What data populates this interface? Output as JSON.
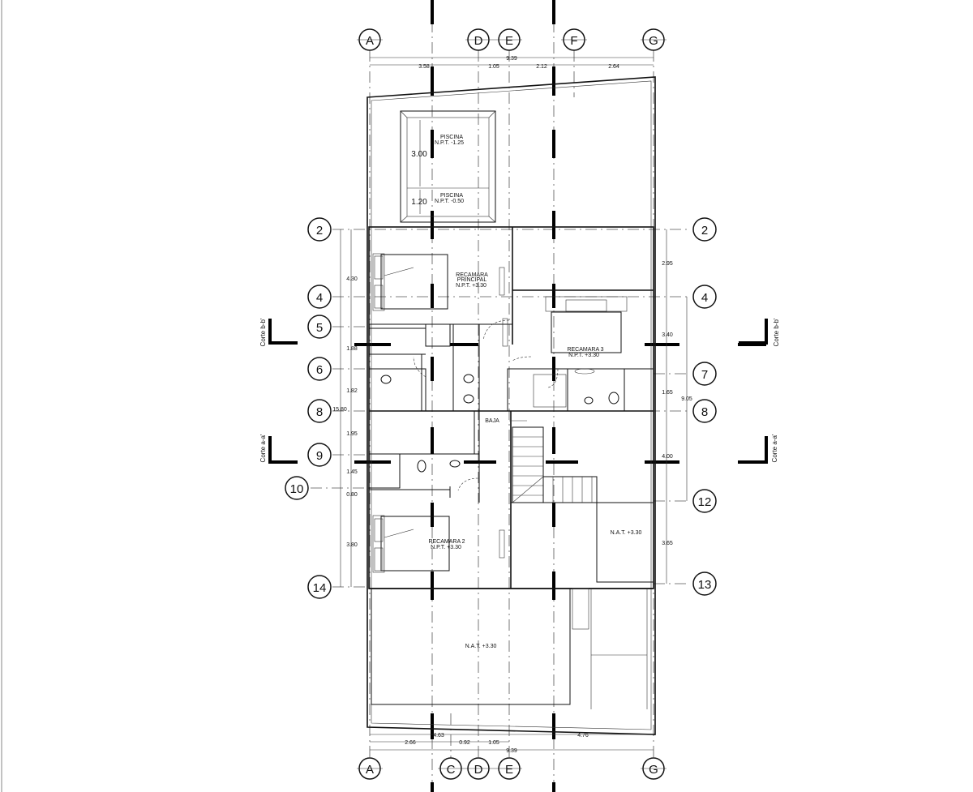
{
  "axes_top": [
    "A",
    "D",
    "E",
    "F",
    "G"
  ],
  "axes_bottom": [
    "A",
    "C",
    "D",
    "E",
    "G"
  ],
  "axes_left": [
    "2",
    "4",
    "5",
    "6",
    "8",
    "9",
    "10",
    "14"
  ],
  "axes_right": [
    "2",
    "4",
    "7",
    "8",
    "12",
    "13"
  ],
  "dims_top": {
    "total": "9.39",
    "segments": [
      "3.58",
      "1.05",
      "2.12",
      "2.64"
    ]
  },
  "dims_bottom": {
    "row1": [
      "4.63",
      "4.76"
    ],
    "row2": [
      "2.66",
      "0.92",
      "1.05"
    ],
    "total": "9.39"
  },
  "dims_left": [
    "4.30",
    "1.88",
    "1.82",
    "15.80",
    "1.95",
    "1.45",
    "0.80",
    "3.80"
  ],
  "dims_right": [
    "2.95",
    "3.40",
    "1.65",
    "9.05",
    "4.00",
    "3.65"
  ],
  "dims_pool": [
    "3.00",
    "1.20"
  ],
  "rooms": {
    "piscina1": {
      "name": "PISCINA",
      "level": "N.P.T. -1.25"
    },
    "piscina2": {
      "name": "PISCINA",
      "level": "N.P.T. -0.50"
    },
    "recamara_principal": {
      "name1": "RECAMARA",
      "name2": "PRINCIPAL",
      "level": "N.P.T. +3.30"
    },
    "recamara3": {
      "name": "RECAMARA 3",
      "level": "N.P.T. +3.30"
    },
    "recamara2": {
      "name": "RECAMARA 2",
      "level": "N.P.T. +3.30"
    },
    "nat_right": {
      "level": "N.A.T. +3.30"
    },
    "nat_bottom": {
      "level": "N.A.T. +3.30"
    }
  },
  "stairs_label": "BAJA",
  "cuts": {
    "b_left": "Corte b-b'",
    "b_right": "Corte b-b'",
    "a_left": "Corte a-a'",
    "a_right": "Corte a-a'"
  }
}
